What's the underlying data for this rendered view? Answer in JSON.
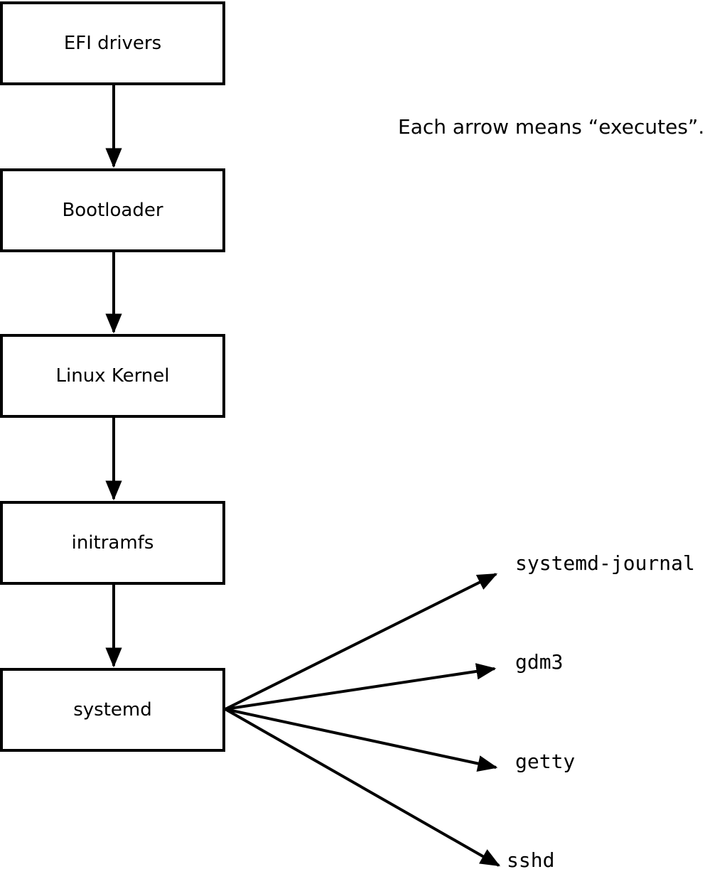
{
  "diagram": {
    "note": "Each arrow means “executes”.",
    "nodes": {
      "efi": "EFI drivers",
      "bootloader": "Bootloader",
      "kernel": "Linux Kernel",
      "initramfs": "initramfs",
      "systemd": "systemd"
    },
    "targets": {
      "journal": "systemd-journal",
      "gdm3": "gdm3",
      "getty": "getty",
      "sshd": "sshd"
    }
  }
}
